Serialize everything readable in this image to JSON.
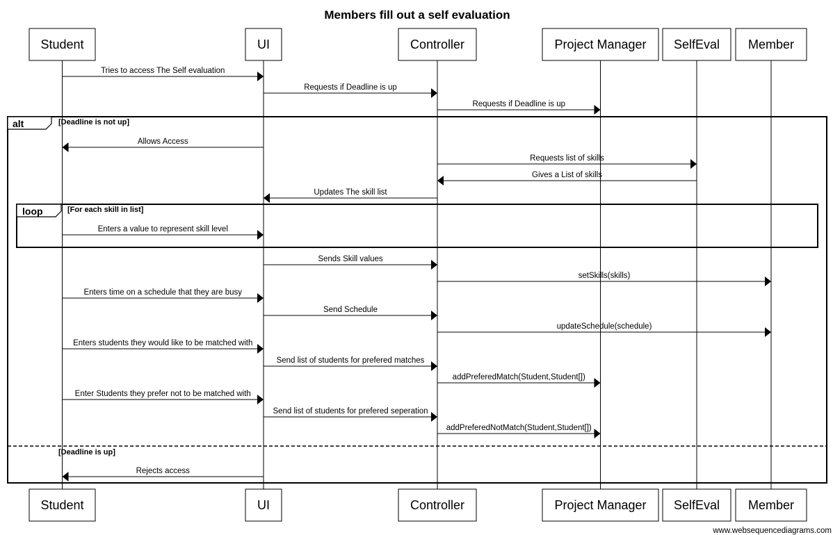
{
  "title": "Members fill out a self evaluation",
  "watermark": "www.websequencediagrams.com",
  "participants": [
    {
      "id": "student",
      "label": "Student"
    },
    {
      "id": "ui",
      "label": "UI"
    },
    {
      "id": "controller",
      "label": "Controller"
    },
    {
      "id": "pm",
      "label": "Project Manager"
    },
    {
      "id": "selfeval",
      "label": "SelfEval"
    },
    {
      "id": "member",
      "label": "Member"
    }
  ],
  "messages": [
    {
      "from": "student",
      "to": "ui",
      "label": "Tries to access The Self evaluation"
    },
    {
      "from": "ui",
      "to": "controller",
      "label": "Requests if Deadline is up"
    },
    {
      "from": "controller",
      "to": "pm",
      "label": "Requests if Deadline is up"
    },
    {
      "from": "ui",
      "to": "student",
      "label": "Allows Access"
    },
    {
      "from": "controller",
      "to": "selfeval",
      "label": "Requests list of skills"
    },
    {
      "from": "selfeval",
      "to": "controller",
      "label": "Gives a List of skills"
    },
    {
      "from": "controller",
      "to": "ui",
      "label": "Updates The skill list"
    },
    {
      "from": "student",
      "to": "ui",
      "label": "Enters a value to represent skill level"
    },
    {
      "from": "ui",
      "to": "controller",
      "label": "Sends Skill values"
    },
    {
      "from": "controller",
      "to": "member",
      "label": "setSkills(skills)"
    },
    {
      "from": "student",
      "to": "ui",
      "label": "Enters time on a schedule that they are busy"
    },
    {
      "from": "ui",
      "to": "controller",
      "label": "Send Schedule"
    },
    {
      "from": "controller",
      "to": "member",
      "label": "updateSchedule(schedule)"
    },
    {
      "from": "student",
      "to": "ui",
      "label": "Enters students they would like to be matched with"
    },
    {
      "from": "ui",
      "to": "controller",
      "label": "Send list of students for prefered matches"
    },
    {
      "from": "controller",
      "to": "pm",
      "label": "addPreferedMatch(Student,Student[])"
    },
    {
      "from": "student",
      "to": "ui",
      "label": "Enter Students they prefer not to be matched with"
    },
    {
      "from": "ui",
      "to": "controller",
      "label": "Send list of students for prefered seperation"
    },
    {
      "from": "controller",
      "to": "pm",
      "label": "addPreferedNotMatch(Student,Student[])"
    },
    {
      "from": "ui",
      "to": "student",
      "label": "Rejects access"
    }
  ],
  "fragments": {
    "alt": {
      "operator": "alt",
      "guard": "[Deadline is not up]",
      "else_guard": "[Deadline is up]"
    },
    "loop": {
      "operator": "loop",
      "guard": "[For each skill in list]"
    }
  }
}
